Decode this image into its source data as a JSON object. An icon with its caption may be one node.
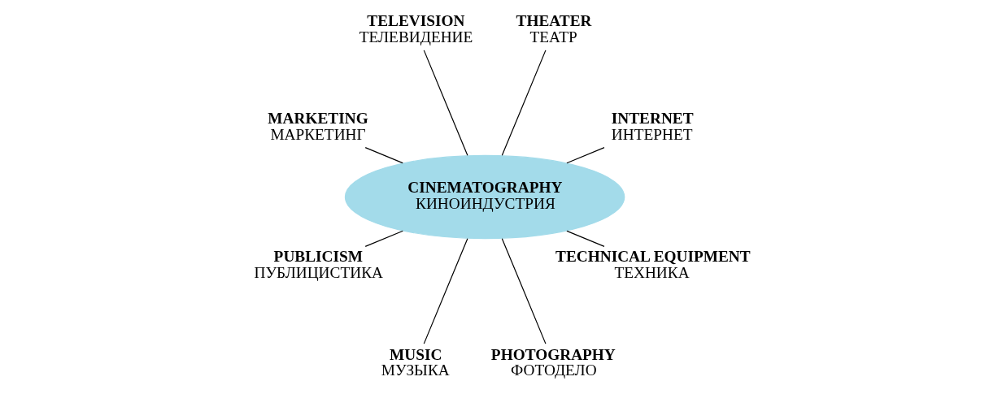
{
  "diagram": {
    "nodes": [
      {
        "text": [
          "INTERNET",
          "ИНТЕРНЕТ"
        ]
      },
      {
        "text": [
          "THEATER",
          "ТЕАТР"
        ]
      },
      {
        "text": [
          "TELEVISION",
          "ТЕЛЕВИДЕНИЕ"
        ]
      },
      {
        "text": [
          "MARKETING",
          "МАРКЕТИНГ"
        ]
      },
      {
        "text": [
          "CINEMATOGRAPHY",
          "КИНОИНДУСТРИЯ"
        ]
      },
      {
        "text": [
          "PUBLICISM",
          "ПУБЛИЦИСТИКА"
        ]
      },
      {
        "text": [
          "MUSIC",
          "МУЗЫКА"
        ]
      },
      {
        "text": [
          "PHOTOGRAPHY",
          "ФОТОДЕЛО"
        ]
      },
      {
        "text": [
          "TECHNICAL EQUIPMENT",
          "ТЕХНИКА"
        ]
      }
    ],
    "edges": [
      {
        "from": 4,
        "to": 0,
        "arrow": "none"
      },
      {
        "from": 4,
        "to": 2,
        "arrow": "none"
      },
      {
        "from": 4,
        "to": 5,
        "arrow": "none"
      },
      {
        "from": 4,
        "to": 7,
        "arrow": "none"
      },
      {
        "from": 4,
        "to": 8,
        "arrow": "none"
      },
      {
        "from": 4,
        "to": 6,
        "arrow": "none"
      },
      {
        "from": 4,
        "to": 3,
        "arrow": "none"
      },
      {
        "from": 4,
        "to": 1,
        "arrow": "none"
      }
    ]
  }
}
